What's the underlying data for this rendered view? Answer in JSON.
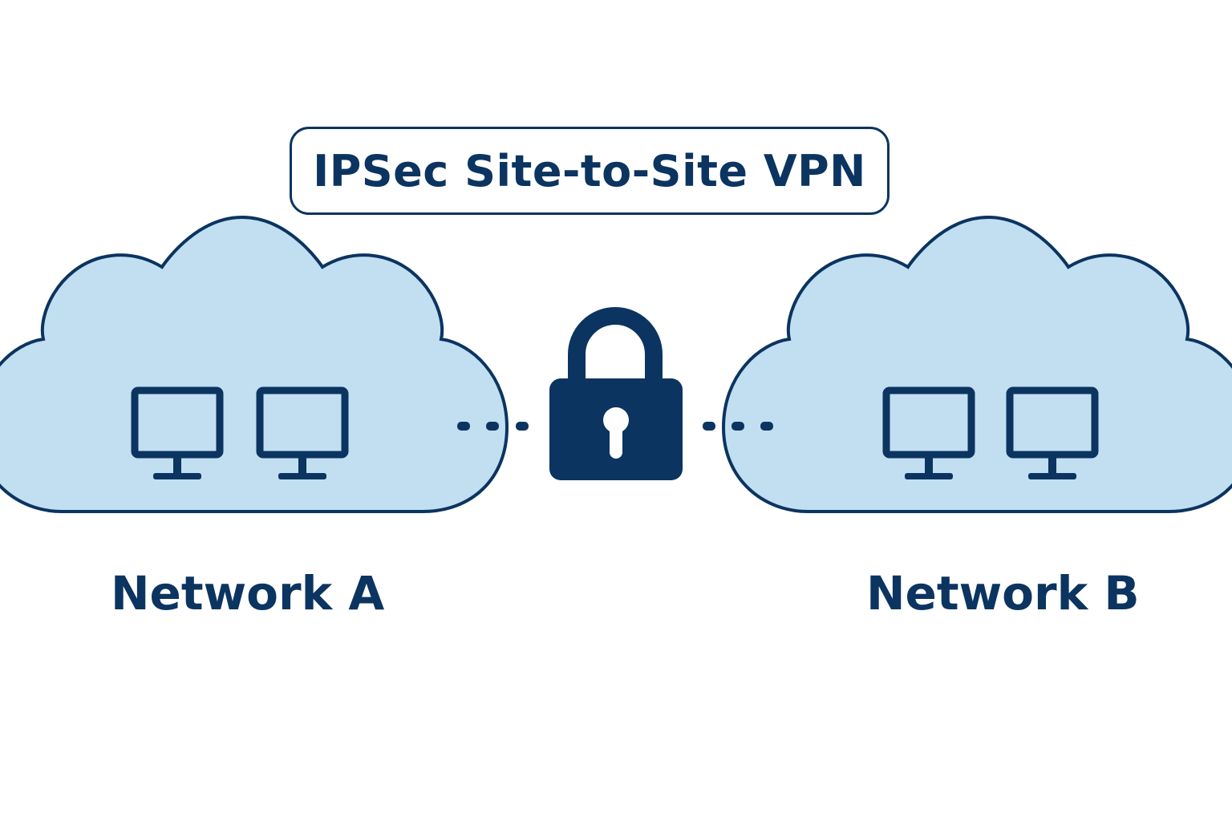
{
  "title": "IPSec Site-to-Site VPN",
  "networks": [
    {
      "label": "Network A",
      "icon": "cloud-icon",
      "devices": [
        "monitor-icon",
        "monitor-icon"
      ]
    },
    {
      "label": "Network B",
      "icon": "cloud-icon",
      "devices": [
        "monitor-icon",
        "monitor-icon"
      ]
    }
  ],
  "tunnel": {
    "icon": "padlock-icon"
  },
  "colors": {
    "stroke": "#0b3460",
    "cloud_fill": "#c2dff2",
    "background": "#ffffff"
  }
}
